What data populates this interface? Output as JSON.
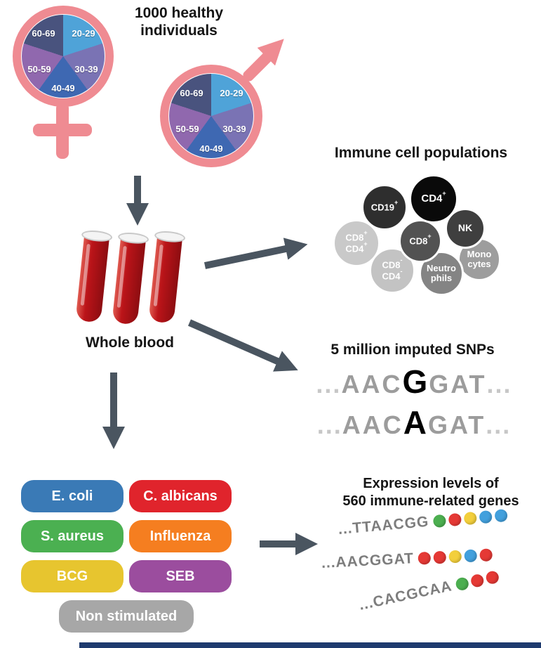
{
  "population": {
    "title_line1": "1000 healthy",
    "title_line2": "individuals",
    "age_groups": [
      "20-29",
      "30-39",
      "40-49",
      "50-59",
      "60-69"
    ],
    "pie_colors": {
      "age_20_29": "#4fa3d8",
      "age_30_39": "#7a73b4",
      "age_40_49": "#3e68b2",
      "age_50_59": "#9068ae",
      "age_60_69": "#49537e"
    },
    "symbol_color": "#ef8b92"
  },
  "blood": {
    "label": "Whole blood",
    "tube_color": "#bb1419"
  },
  "immune": {
    "title": "Immune cell populations",
    "cells": [
      {
        "line1": "CD19",
        "sup1": "+",
        "color": "#2e2e2e"
      },
      {
        "line1": "CD4",
        "sup1": "+",
        "color": "#0a0a0a"
      },
      {
        "line1": "NK",
        "color": "#3f3f3f"
      },
      {
        "line1": "CD8",
        "sup1": "+",
        "color": "#525252"
      },
      {
        "line1": "CD8",
        "sup1": "+",
        "line2": "CD4",
        "sup2": "+",
        "color": "#c9c9c9"
      },
      {
        "line1": "Mono",
        "line2": "cytes",
        "color": "#9d9d9d"
      },
      {
        "line1": "CD8",
        "sup1": "-",
        "line2": "CD4",
        "sup2": "-",
        "color": "#c3c3c3"
      },
      {
        "line1": "Neutro",
        "line2": "phils",
        "color": "#848484"
      }
    ]
  },
  "snps": {
    "title": "5 million imputed SNPs",
    "sequences": [
      {
        "dots_left": "...",
        "pre": "AAC",
        "variant": "G",
        "post": "GAT",
        "dots_right": "..."
      },
      {
        "dots_left": "...",
        "pre": "AAC",
        "variant": "A",
        "post": "GAT",
        "dots_right": "..."
      }
    ]
  },
  "stimuli": [
    {
      "label": "E. coli",
      "color": "#3a7ab6"
    },
    {
      "label": "C. albicans",
      "color": "#e0242c"
    },
    {
      "label": "S. aureus",
      "color": "#4bb051"
    },
    {
      "label": "Influenza",
      "color": "#f57e20"
    },
    {
      "label": "BCG",
      "color": "#e7c52f"
    },
    {
      "label": "SEB",
      "color": "#9b4d9e"
    },
    {
      "label": "Non stimulated",
      "color": "#a7a7a7"
    }
  ],
  "expression": {
    "title_line1": "Expression levels of",
    "title_line2": "560 immune-related genes",
    "sequences": [
      {
        "text": "...TTAACGG",
        "dots": [
          "#4caf50",
          "#e53935",
          "#f3cf3c",
          "#42a0dd",
          "#42a0dd"
        ]
      },
      {
        "text": "...AACGGAT",
        "dots": [
          "#e53935",
          "#e53935",
          "#f3cf3c",
          "#42a0dd",
          "#e53935"
        ]
      },
      {
        "text": "...CACGCAA",
        "dots": [
          "#4caf50",
          "#e53935",
          "#e53935"
        ]
      }
    ]
  },
  "arrow_color": "#4a5560"
}
